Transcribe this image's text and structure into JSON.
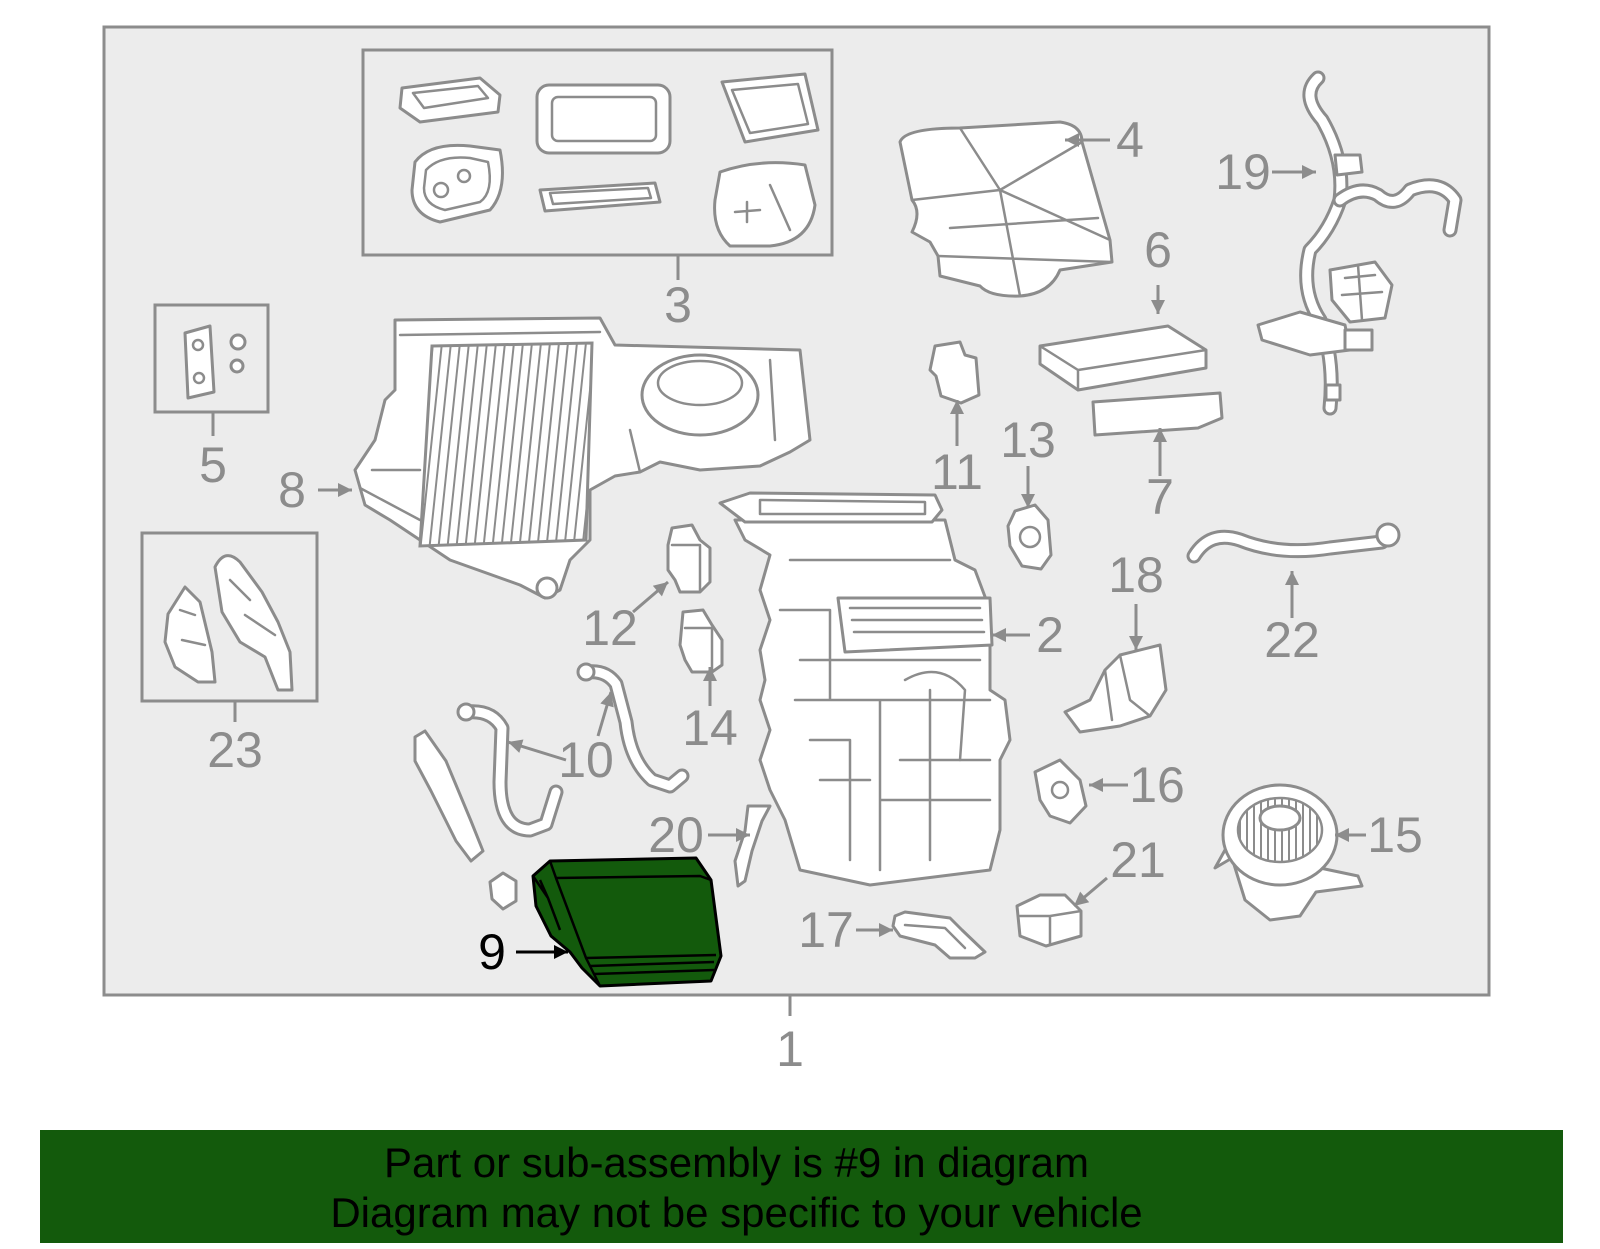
{
  "diagram": {
    "callouts": [
      "1",
      "2",
      "3",
      "4",
      "5",
      "6",
      "7",
      "8",
      "9",
      "10",
      "11",
      "12",
      "13",
      "14",
      "15",
      "16",
      "17",
      "18",
      "19",
      "20",
      "21",
      "22",
      "23"
    ]
  },
  "banner": {
    "line1": "Part or sub-assembly is #9 in diagram",
    "line2": "Diagram may not be specific to your vehicle"
  },
  "colors": {
    "highlight": "#135a0c",
    "line": "#8c8c8c",
    "panel": "#ececec",
    "highlight_label": "#000000"
  }
}
